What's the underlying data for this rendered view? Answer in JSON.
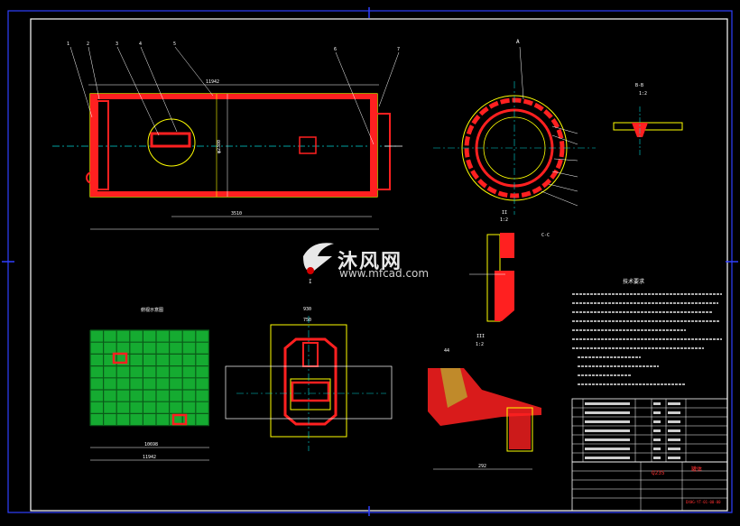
{
  "drawing": {
    "title_view_label": "I",
    "section_bb_label": "B-B",
    "section_bb_scale": "1:2",
    "section_a_label": "A",
    "detail_ii_label": "II",
    "detail_ii_scale": "1:2",
    "detail_iii_label": "III",
    "detail_iii_scale": "1:2",
    "section_cc_label": "C-C",
    "top_view_title": "俯视示意图",
    "tech_req_title": "技术要求",
    "dim_top_length": "11942",
    "dim_height": "φ2380",
    "dim_bottom": "3510",
    "dim_box_width": "930",
    "dim_box_inner": "750",
    "dim_grid_bottom": "11942",
    "dim_grid_inner": "10698",
    "dim_detail_width": "292",
    "dim_detail_top": "44"
  },
  "title_block": {
    "material": "Q235",
    "name": "罐体",
    "drawing_no": "DXHG-YT-01-00-00"
  },
  "watermark": {
    "brand": "沐风网",
    "url": "www.mfcad.com"
  },
  "colors": {
    "background": "#000000",
    "frame": "#2f3fff",
    "outline": "#ffff00",
    "weld": "#ff2020",
    "grid": "#19c93a",
    "center": "#00d4d4",
    "text": "#ffffff"
  }
}
